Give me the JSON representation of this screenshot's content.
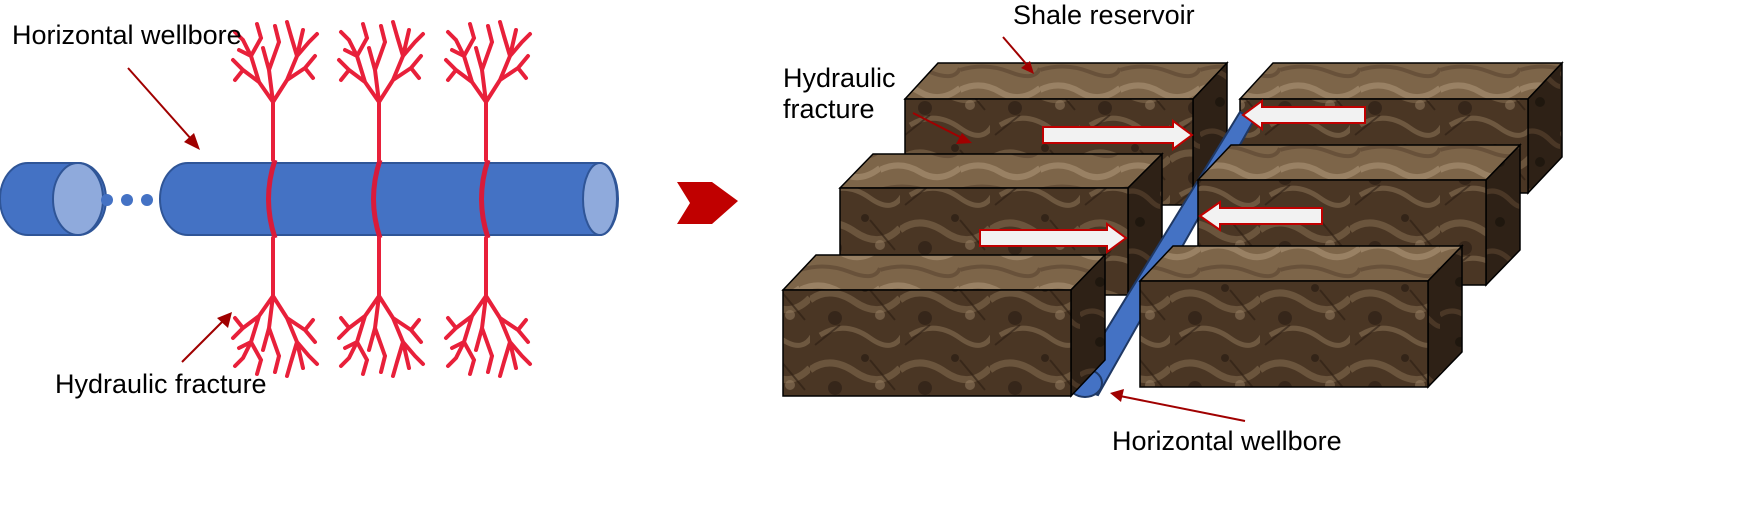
{
  "left_panel": {
    "wellbore_label": "Horizontal wellbore",
    "fracture_label": "Hydraulic fracture"
  },
  "right_panel": {
    "reservoir_label": "Shale reservoir",
    "fracture_label_line1": "Hydraulic",
    "fracture_label_line2": "fracture",
    "wellbore_label": "Horizontal wellbore"
  },
  "colors": {
    "pipe": "#4472C4",
    "pipe_end": "#8FAADC",
    "fracture": "#E8203A",
    "callout": "#A00000",
    "arrow": "#C00000",
    "rock_dark": "#3B2A1C",
    "rock_mid": "#6A5038",
    "rock_light": "#9A8266"
  },
  "icons": [
    "process-arrow-icon",
    "flow-arrow-icon",
    "ellipsis-dots-icon"
  ]
}
